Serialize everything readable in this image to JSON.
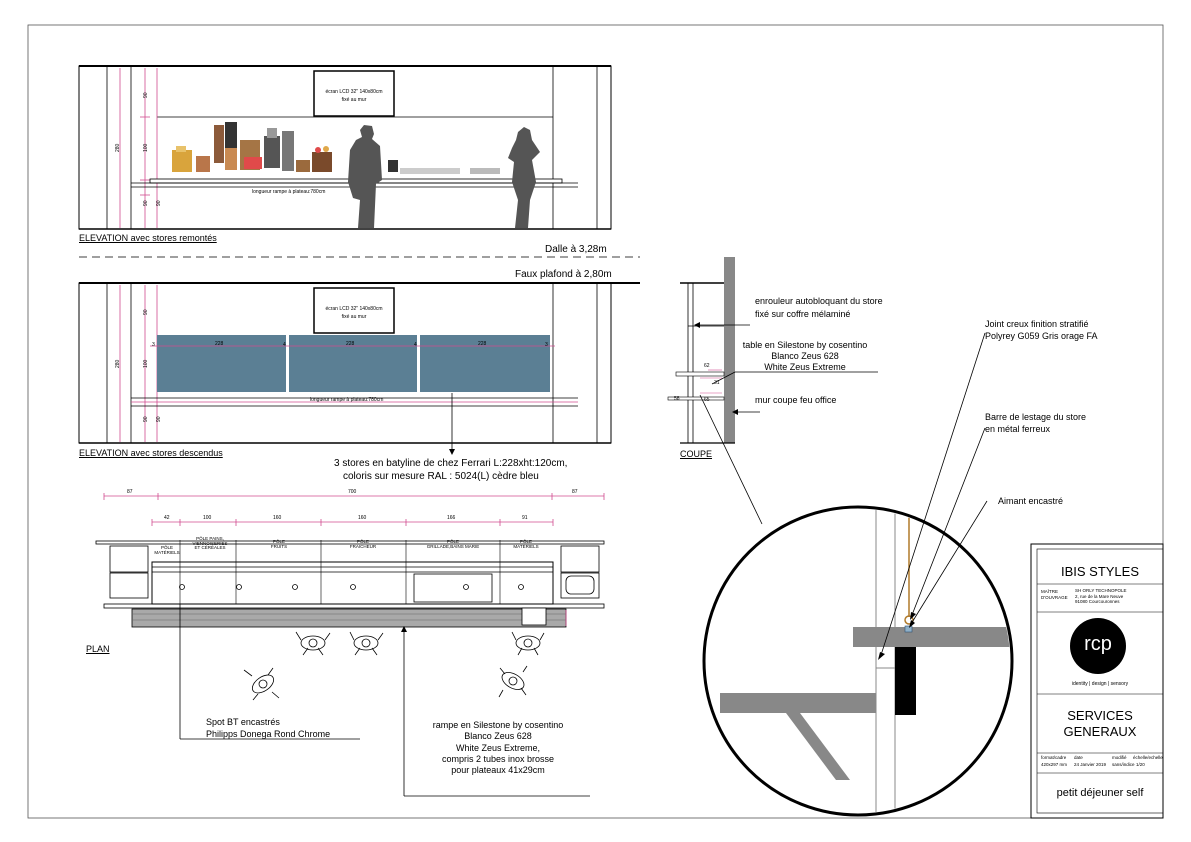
{
  "elevation_raised": {
    "title": "ELEVATION  avec stores remontés",
    "screen_label_1": "écran LCD 32\"  140x80cm",
    "screen_label_2": "fixé au mur",
    "dims": {
      "top": "90",
      "mid": "100",
      "total": "280",
      "bottom": "90"
    },
    "ramp_label": "longueur rampe à plateau:780cm"
  },
  "levels": {
    "slab": "Dalle à 3,28m",
    "ceiling": "Faux plafond à 2,80m"
  },
  "elevation_lowered": {
    "title": "ELEVATION  avec stores descendus",
    "screen_label_1": "écran LCD 32\"  140x80cm",
    "screen_label_2": "fixé au mur",
    "blind_widths": [
      "228",
      "228",
      "228"
    ],
    "gap_dims": [
      "3",
      "4",
      "4",
      "3"
    ],
    "dims": {
      "top": "90",
      "mid": "100",
      "total": "280",
      "bottom": "90"
    },
    "ramp_label": "longueur rampe à plateau:780cm",
    "blinds_note_1": "3 stores en batyline de chez Ferrari L:228xht:120cm,",
    "blinds_note_2": "coloris sur mesure RAL : 5024(L) cèdre bleu"
  },
  "plan": {
    "title": "PLAN",
    "overall_dims": [
      "87",
      "700",
      "87"
    ],
    "zone_dims": [
      "42",
      "100",
      "160",
      "160",
      "166",
      "91"
    ],
    "zones": [
      [
        "PÔLE",
        "MATÉRIELS"
      ],
      [
        "PÔLE PAINS,",
        "VIENNOISERIES",
        "ET CÉRÉALES"
      ],
      [
        "PÔLE",
        "FRUITS"
      ],
      [
        "PÔLE",
        "FRAICHEUR"
      ],
      [
        "PÔLE",
        "GRILLADE,BAINS MARIE"
      ],
      [
        "PÔLE",
        "MATÉRIELS"
      ]
    ],
    "spot_note_1": "Spot BT encastrés",
    "spot_note_2": "Philipps Donega Rond Chrome",
    "ramp_note": [
      "rampe en Silestone by cosentino",
      "Blanco Zeus 628",
      "White Zeus Extreme,",
      "compris 2 tubes inox brosse",
      "pour plateaux 41x29cm"
    ]
  },
  "section": {
    "title": "COUPE",
    "dims": [
      "62",
      "31",
      "65",
      "58"
    ],
    "note_roller": [
      "enrouleur autobloquant du store",
      "fixé sur coffre mélaminé"
    ],
    "note_table": [
      "table en Silestone by cosentino",
      "Blanco Zeus 628",
      "White Zeus Extreme"
    ],
    "note_wall": "mur coupe feu office",
    "note_joint": [
      "Joint creux finition stratifié",
      "Polyrey G059 Gris orage FA"
    ],
    "note_bar": [
      "Barre de lestage du store",
      "en métal ferreux"
    ],
    "note_magnet": "Aimant encastré"
  },
  "title_block": {
    "project": "IBIS STYLES",
    "owner_label_1": "MAÎTRE",
    "owner_label_2": "D'OUVRAGE",
    "owner_address": [
      "SH ORLY TECHNOPOLE",
      "2, rue de la Mare Neuve",
      "91080 Courcouronnes"
    ],
    "logo_text": "rcp",
    "tagline": "identity  |  design  |  sensory",
    "service": [
      "SERVICES",
      "GENERAUX"
    ],
    "meta_headers": [
      "format/cadre",
      "date",
      "modifié",
      "échelle/echelle"
    ],
    "meta_values": [
      "420x297 mm",
      "24 Janvier 2019",
      "sans/indice",
      "1/20"
    ],
    "drawing_name": "petit déjeuner self"
  }
}
